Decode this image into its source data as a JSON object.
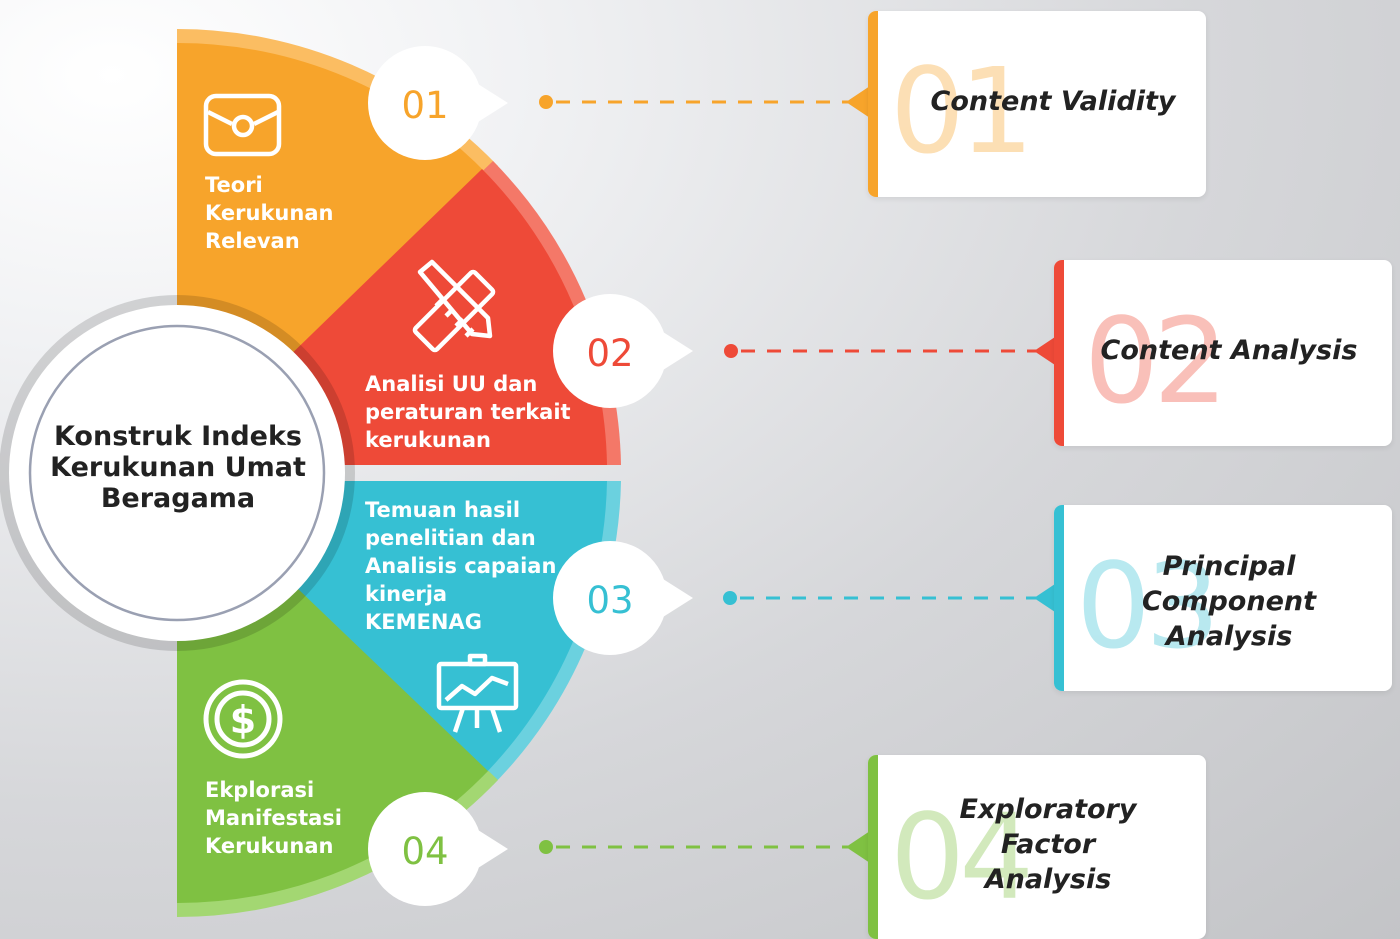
{
  "center": {
    "title": "Konstruk Indeks Kerukunan Umat Beragama"
  },
  "colors": {
    "orange": "#f7a42b",
    "red": "#ee4a38",
    "cyan": "#36c0d3",
    "green": "#7fc142"
  },
  "segments": [
    {
      "label": "Teori Kerukunan Relevan",
      "number": "01",
      "icon": "briefcase-icon"
    },
    {
      "label": "Analisi UU dan peraturan terkait kerukunan",
      "number": "02",
      "icon": "pencil-ruler-icon"
    },
    {
      "label": "Temuan hasil penelitian dan Analisis capaian kinerja KEMENAG",
      "number": "03",
      "icon": "presentation-chart-icon"
    },
    {
      "label": "Ekplorasi Manifestasi Kerukunan",
      "number": "04",
      "icon": "dollar-coin-icon"
    }
  ],
  "cards": [
    {
      "number": "01",
      "title": "Content Validity"
    },
    {
      "number": "02",
      "title": "Content Analysis"
    },
    {
      "number": "03",
      "title": "Principal Component Analysis"
    },
    {
      "number": "04",
      "title": "Exploratory Factor Analysis"
    }
  ]
}
